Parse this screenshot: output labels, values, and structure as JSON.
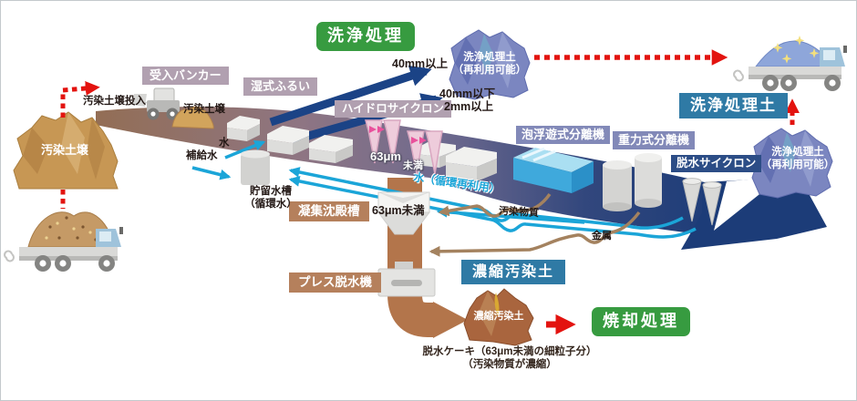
{
  "badges": {
    "washing": "洗浄処理",
    "incineration": "焼却処理"
  },
  "equipment": {
    "receiving_bunker": "受入バンカー",
    "wet_screen": "湿式ふるい",
    "hydrocyclone": "ハイドロサイクロン",
    "flotation_separator": "泡浮遊式分離機",
    "gravity_separator": "重力式分離機",
    "dewatering_cyclone": "脱水サイクロン",
    "storage_tank_line1": "貯留水槽",
    "storage_tank_line2": "（循環水）",
    "coagulation_tank": "凝集沈殿槽",
    "press_dehydrator": "プレス脱水機"
  },
  "materials": {
    "contaminated_soil": "汚染土壌",
    "soil_input": "汚染土壌投入",
    "washed_soil": "洗浄処理土",
    "reusable_line1": "洗浄処理土",
    "reusable_line2": "（再利用可能）",
    "concentrated_soil": "濃縮汚染土",
    "contaminants": "汚染物質",
    "metal": "金属",
    "water": "水",
    "makeup_water": "補給水",
    "recycled_water": "水（循環再利用）"
  },
  "particle_sizes": {
    "over_40mm": "40mm以上",
    "under_40mm": "40mm以下",
    "over_2mm": "2mm以上",
    "um63": "63μm",
    "miman": "未満",
    "under_63um": "63μm未満"
  },
  "caption": {
    "line1": "脱水ケーキ（63μm未満の細粒子分）",
    "line2": "（汚染物質が濃縮）"
  },
  "colors": {
    "green_badge": "#379b40",
    "mauve_label": "#b1a0b0",
    "lavender_label": "#8289b8",
    "navy_label": "#2c4d86",
    "steel_blue_box": "#2f7aa5",
    "brown_label": "#b5805c",
    "band_brown": "#936e55",
    "band_navy": "#1c3c78",
    "water_cyan": "#1ba5d8",
    "pipe_tan": "#a4825f",
    "soil_pipe_brown": "#b3754b",
    "arrow_red": "#e3130f"
  }
}
